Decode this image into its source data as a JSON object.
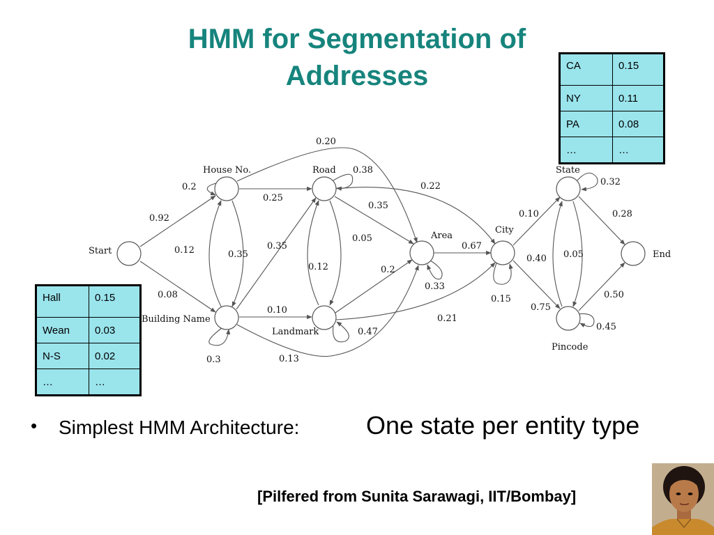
{
  "slide": {
    "title": "HMM for Segmentation of Addresses",
    "bullet_lead": "Simplest HMM Architecture:",
    "bullet_tail": "One state per entity type",
    "bullet_marker": "•",
    "credit": "[Pilfered from Sunita Sarawagi, IIT/Bombay]",
    "colors": {
      "title": "#16847c",
      "table_bg": "#9ae4ec"
    }
  },
  "tables": {
    "state_emissions": [
      [
        "CA",
        "0.15"
      ],
      [
        "NY",
        "0.11"
      ],
      [
        "PA",
        "0.08"
      ],
      [
        "…",
        "…"
      ]
    ],
    "building_emissions": [
      [
        "Hall",
        "0.15"
      ],
      [
        "Wean",
        "0.03"
      ],
      [
        "N-S",
        "0.02"
      ],
      [
        "…",
        "…"
      ]
    ]
  },
  "graph": {
    "nodes": {
      "start": "Start",
      "house": "House No.",
      "road": "Road",
      "building": "Building Name",
      "landmark": "Landmark",
      "area": "Area",
      "city": "City",
      "state": "State",
      "pincode": "Pincode",
      "end": "End"
    },
    "probs": {
      "start_house": "0.92",
      "start_building": "0.08",
      "house_self": "0.2",
      "house_road": "0.25",
      "house_area": "0.20",
      "house_building": "0.35",
      "building_house": "0.12",
      "building_self": "0.3",
      "building_road": "0.35",
      "building_landmark": "0.10",
      "building_area": "0.13",
      "road_self": "0.38",
      "road_city": "0.22",
      "road_area": "0.35",
      "road_landmark": "0.05",
      "landmark_road": "0.12",
      "landmark_self": "0.47",
      "landmark_area": "0.2",
      "landmark_city": "0.21",
      "area_self": "0.33",
      "area_city": "0.67",
      "city_self": "0.15",
      "city_state": "0.10",
      "city_pincode": "0.75",
      "city_end": "0.40",
      "state_self": "0.32",
      "state_end": "0.28",
      "state_pincode": "0.05",
      "pincode_self": "0.45",
      "pincode_end": "0.50"
    }
  },
  "photo": {
    "description_icon": "person-photo"
  }
}
